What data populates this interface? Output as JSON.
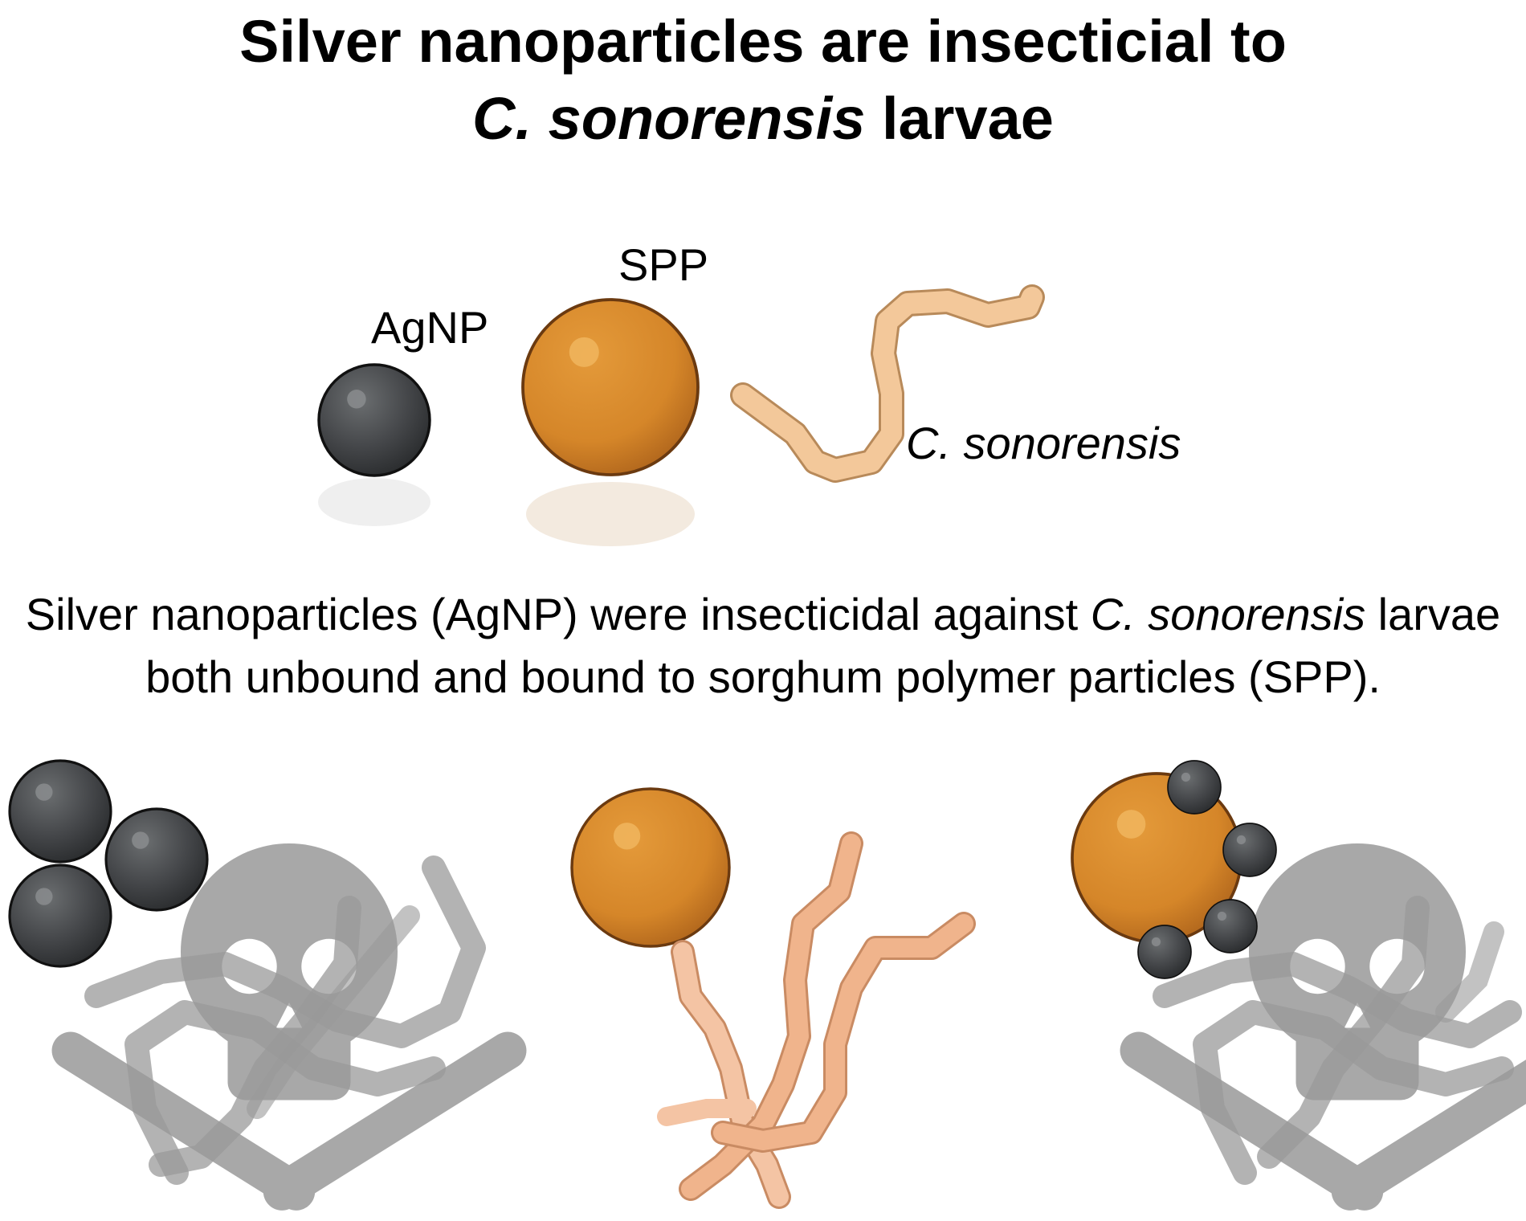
{
  "title": {
    "line1": "Silver nanoparticles are insecticial to",
    "line2_italic": "C. sonorensis",
    "line2_rest": " larvae"
  },
  "legend": {
    "agnp_label": "AgNP",
    "spp_label": "SPP",
    "larva_label": "C. sonorensis"
  },
  "caption": {
    "part1": "Silver nanoparticles (AgNP) were insecticidal against ",
    "italic1": "C. sonorensis",
    "part2": " larvae both unbound and bound to sorghum polymer particles (SPP)."
  },
  "colors": {
    "agnp": "#4a4c4e",
    "spp": "#d98a2b",
    "larva": "#f3c89a",
    "dead_larva": "#bdbdbd",
    "skull": "#a8a8a8"
  },
  "panels": [
    {
      "name": "agnp-unbound",
      "outcome": "dead"
    },
    {
      "name": "spp-alone",
      "outcome": "alive"
    },
    {
      "name": "agnp-bound-spp",
      "outcome": "dead"
    }
  ]
}
